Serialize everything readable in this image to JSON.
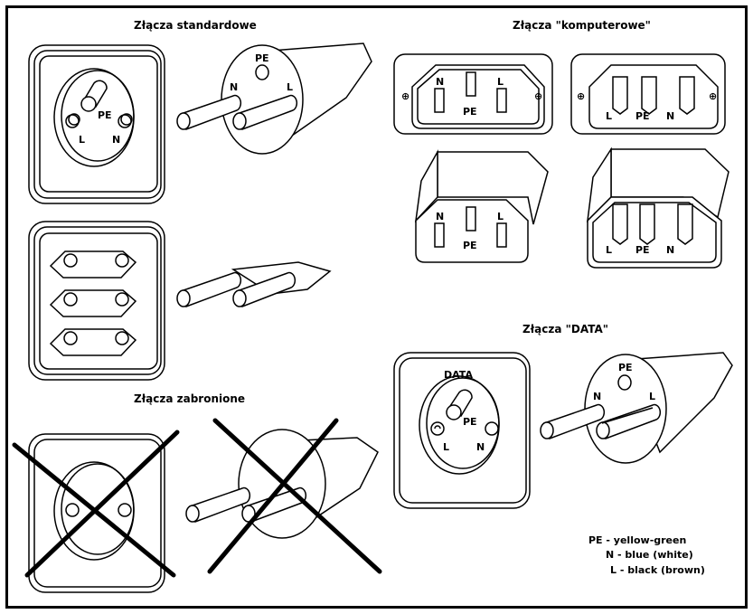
{
  "sections": {
    "standard": {
      "title": "Złącza standardowe"
    },
    "computer": {
      "title": "Złącza \"komputerowe\""
    },
    "forbidden": {
      "title": "Złącza zabronione"
    },
    "data": {
      "title": "Złącza \"DATA\"",
      "socket_label": "DATA"
    }
  },
  "pins": {
    "pe": "PE",
    "n": "N",
    "l": "L"
  },
  "legend": [
    {
      "pin": "PE",
      "text": "PE - yellow-green",
      "color": "#9acd32"
    },
    {
      "pin": "N",
      "text": "N - blue (white)",
      "color": "#1e50c8"
    },
    {
      "pin": "L",
      "text": "L - black (brown)",
      "color": "#000000"
    }
  ]
}
